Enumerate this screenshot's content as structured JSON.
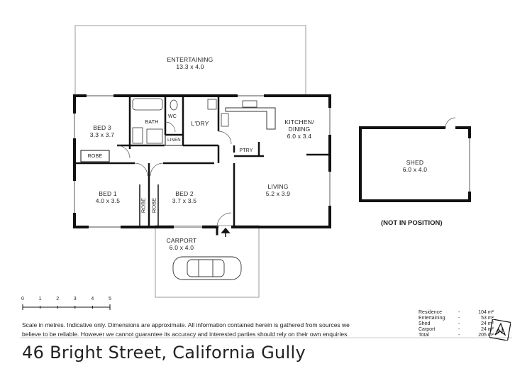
{
  "rooms": {
    "entertaining": {
      "name": "ENTERTAINING",
      "dims": "13.3 x 4.0"
    },
    "bed3": {
      "name": "BED 3",
      "dims": "3.3 x 3.7"
    },
    "bath": {
      "name": "BATH"
    },
    "wc": {
      "name": "WC"
    },
    "laundry": {
      "name": "L'DRY"
    },
    "linen": {
      "name": "LINEN"
    },
    "kitchen": {
      "name": "KITCHEN/",
      "name2": "DINING",
      "dims": "6.0 x 3.4"
    },
    "robe_top": {
      "name": "ROBE"
    },
    "pantry": {
      "name": "PTRY"
    },
    "bed1": {
      "name": "BED 1",
      "dims": "4.0 x 3.5"
    },
    "robe_left": {
      "name": "ROBE"
    },
    "robe_right": {
      "name": "ROBE"
    },
    "bed2": {
      "name": "BED 2",
      "dims": "3.7 x 3.5"
    },
    "living": {
      "name": "LIVING",
      "dims": "5.2 x 3.9"
    },
    "carport": {
      "name": "CARPORT",
      "dims": "6.0 x 4.0"
    },
    "shed": {
      "name": "SHED",
      "dims": "6.0 x 4.0"
    }
  },
  "not_in_position": "(NOT IN POSITION)",
  "scale_ticks": [
    "0",
    "1",
    "2",
    "3",
    "4",
    "5"
  ],
  "disclaimer": {
    "line1": "Scale in metres. Indicative only. Dimensions are approximate.  All information contained herein is gathered from sources we",
    "line2": "believe to be reliable. However we cannot guarantee its accuracy and interested parties should rely on their own enquiries."
  },
  "areas": [
    {
      "label": "Residence",
      "value": "104 m²"
    },
    {
      "label": "Entertaining",
      "value": "53 m²"
    },
    {
      "label": "Shed",
      "value": "24 m²"
    },
    {
      "label": "Carport",
      "value": "24 m²"
    },
    {
      "label": "Total",
      "value": "205 m²"
    }
  ],
  "address": "46 Bright Street, California Gully",
  "colors": {
    "wall": "#111111",
    "outline": "#9a9a9a",
    "text": "#222222"
  }
}
